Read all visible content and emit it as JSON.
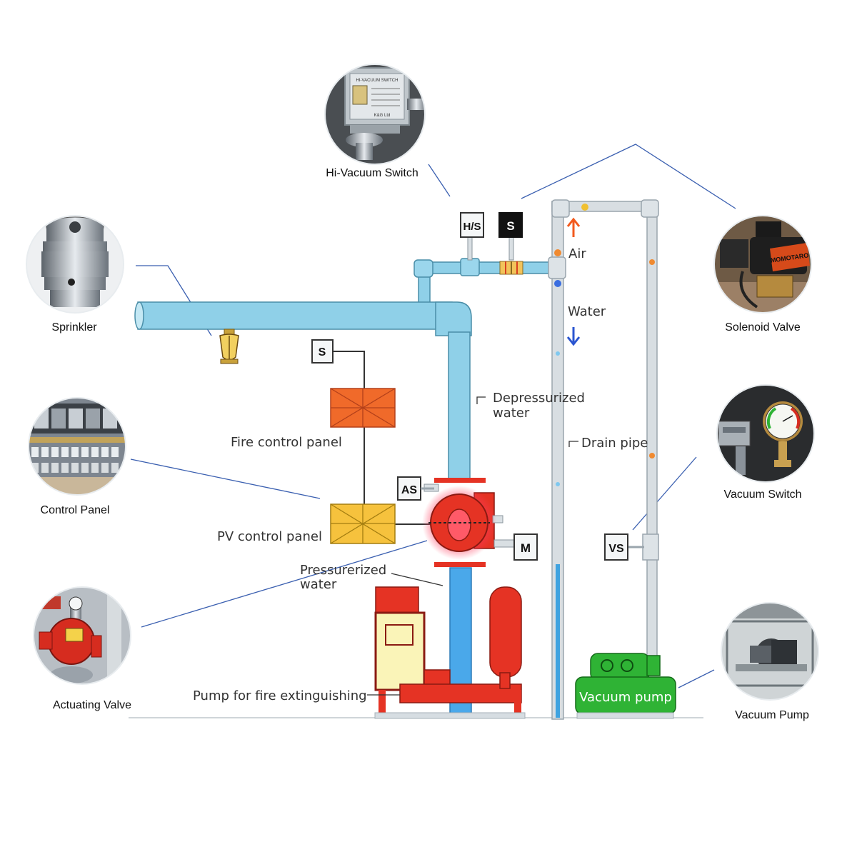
{
  "photos": {
    "hi_vacuum_switch": "Hi-Vacuum Switch",
    "sprinkler": "Sprinkler",
    "control_panel": "Control Panel",
    "actuating_valve": "Actuating Valve",
    "solenoid_valve": "Solenoid Valve",
    "vacuum_switch": "Vacuum Switch",
    "vacuum_pump": "Vacuum Pump"
  },
  "badges": {
    "hvs": "H/S",
    "s_top": "S",
    "s_left": "S",
    "as": "AS",
    "m": "M",
    "vs": "VS"
  },
  "labels": {
    "air": "Air",
    "water": "Water",
    "depressurized_1": "Depressurized",
    "depressurized_2": "water",
    "drain_pipe": "Drain pipe",
    "fire_control_panel": "Fire control panel",
    "pv_control_panel": "PV control panel",
    "pressurized_1": "Pressurerized",
    "pressurized_2": "water",
    "pump_fire": "Pump for fire extinguishing",
    "vacuum_pump": "Vacuum pump"
  },
  "photo_device_text": {
    "switch_plate": "HI-VACUUM SWITCH",
    "switch_maker": "K&G Ltd",
    "solenoid_brand": "MOMOTARO"
  },
  "colors": {
    "pipe": "#8fd0e8",
    "pipe_edge": "#4a8ea8",
    "fire_panel": "#f06a2a",
    "pv_panel": "#f6c23d",
    "red_equipment": "#e53324",
    "vacuum_pump": "#2fb335",
    "drain_pipe": "#d8dee2",
    "callout_line": "#3a5fb0"
  }
}
